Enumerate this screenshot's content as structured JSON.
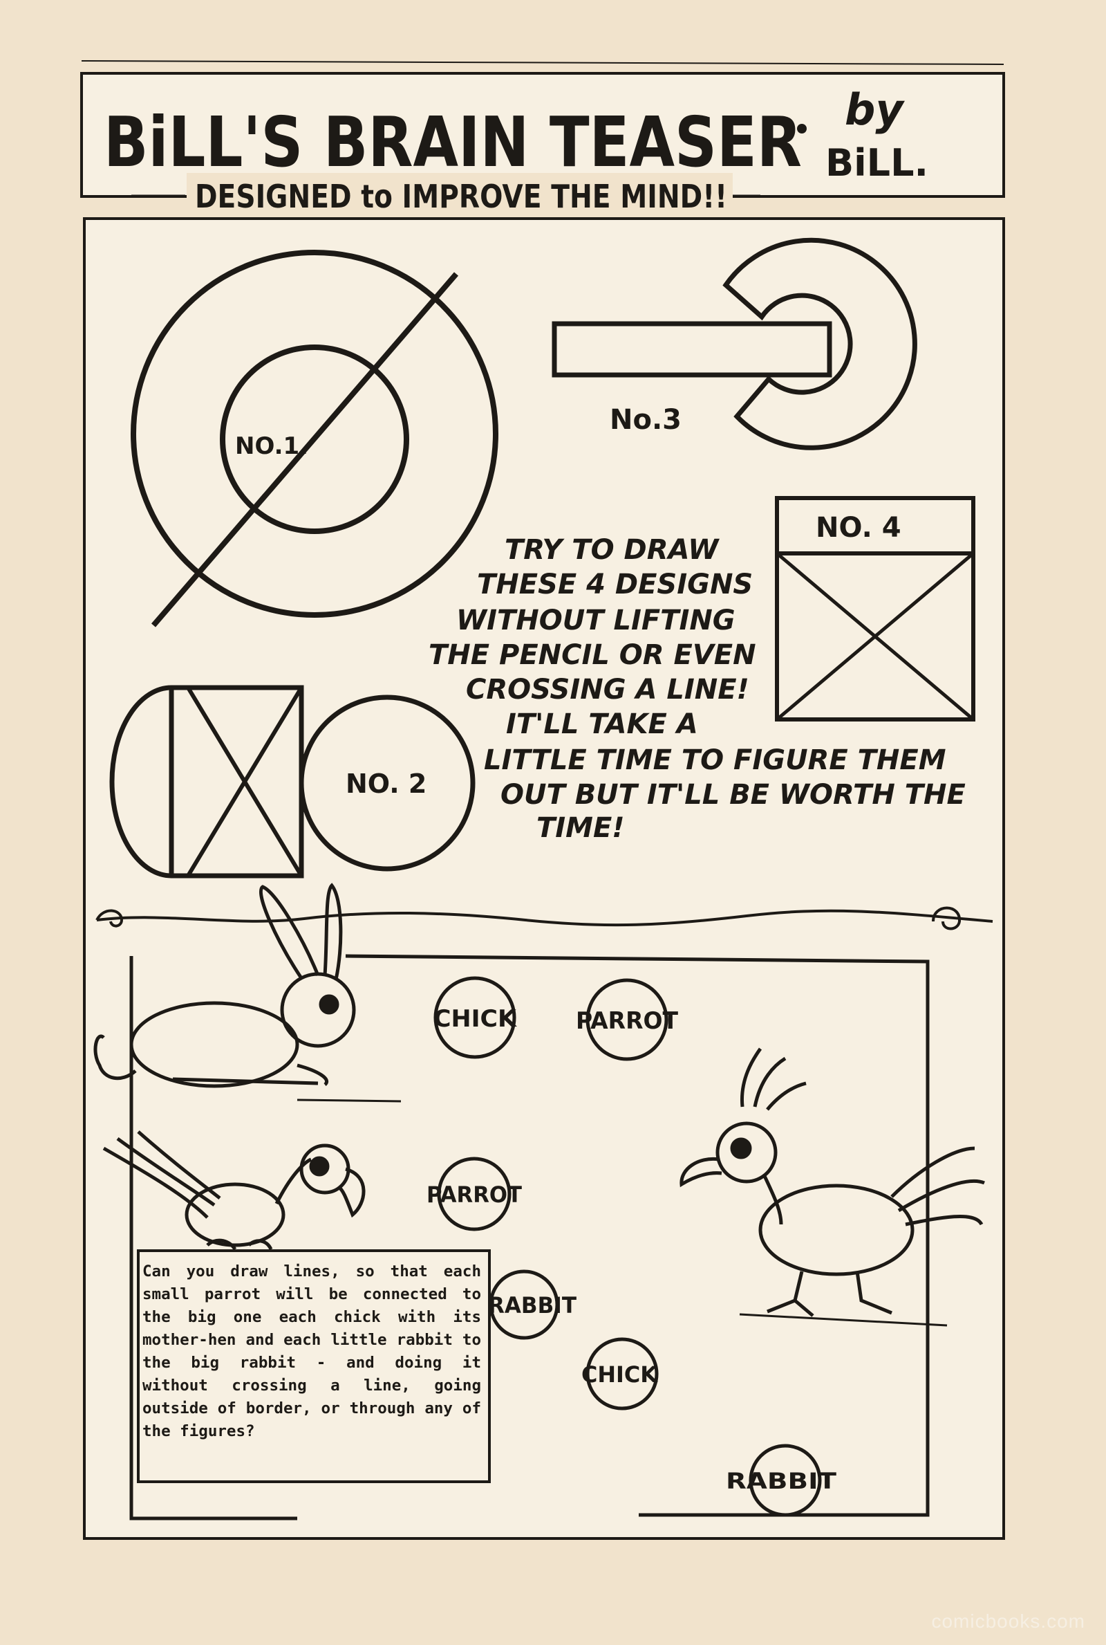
{
  "header": {
    "title": "BiLL'S BRAIN TEASER",
    "byline_by": "by",
    "byline_name": "BiLL.",
    "subtitle": "DESIGNED to IMPROVE THE MIND!!"
  },
  "designs": {
    "no1_label": "NO.1.",
    "no2_label": "NO. 2",
    "no3_label": "No.3",
    "no4_label": "NO. 4",
    "instructions": [
      "TRY TO DRAW",
      "THESE 4 DESIGNS",
      "WITHOUT LIFTING",
      "THE PENCIL OR EVEN",
      "CROSSING A LINE!",
      "IT'LL TAKE A",
      "LITTLE TIME TO FIGURE THEM",
      "OUT BUT IT'LL BE WORTH THE",
      "TIME!"
    ]
  },
  "puzzle": {
    "circles": [
      "CHICK",
      "PARROT",
      "PARROT",
      "RABBIT",
      "CHICK",
      "RABBIT"
    ],
    "question": "Can you draw lines, so that each small parrot will be connected to the big one each chick with its mother-hen and each little rabbit to the big rabbit - and doing it without crossing a line, going outside of border, or through any of the figures?"
  },
  "watermark": "comicbooks.com",
  "colors": {
    "paper": "#f1e3cc",
    "panel": "#f7f0e2",
    "ink": "#1d1a16"
  }
}
